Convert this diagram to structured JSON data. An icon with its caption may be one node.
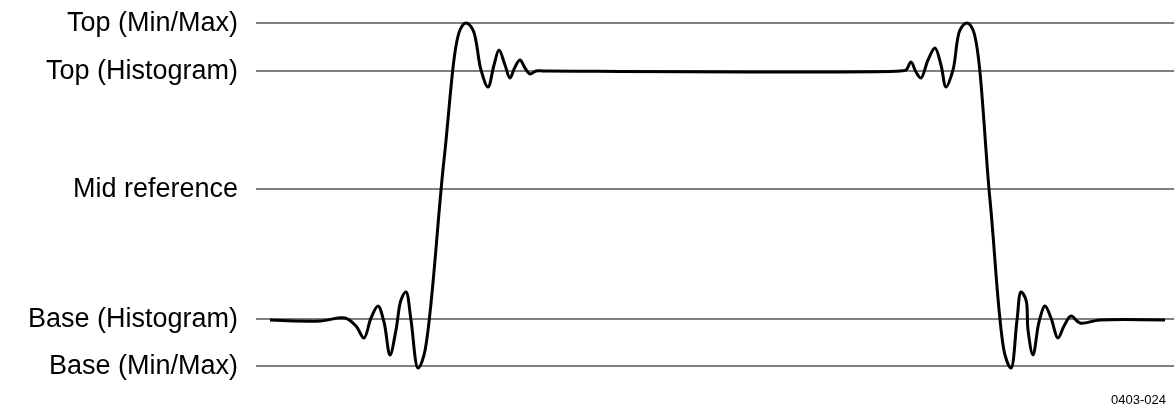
{
  "diagram": {
    "labels": [
      "Top (Min/Max)",
      "Top (Histogram)",
      "Mid reference",
      "Base (Histogram)",
      "Base (Min/Max)",
      "0403-024"
    ]
  }
}
